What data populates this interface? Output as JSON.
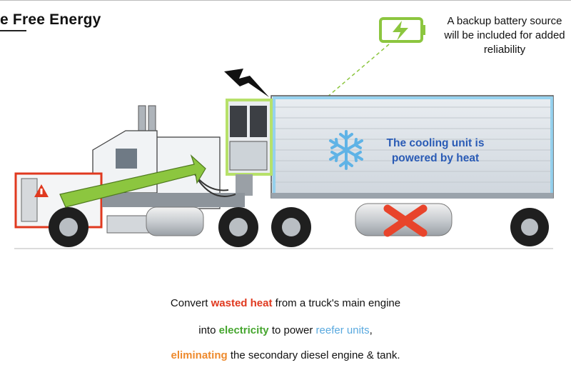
{
  "title": "e Free Energy",
  "battery_note": {
    "line1": "A backup battery source",
    "line2": "will be included for added",
    "line3": "reliability"
  },
  "cooling_unit": {
    "line1": "The cooling unit is",
    "line2": "powered by heat"
  },
  "caption": {
    "line1": {
      "pre": "Convert ",
      "highlight": "wasted heat",
      "post": " from a truck's main engine"
    },
    "line2": {
      "pre": "into ",
      "highlight": "electricity",
      "mid": " to power ",
      "highlight2": "reefer units",
      "post": ","
    },
    "line3": {
      "highlight": "eliminating",
      "post": " the secondary diesel engine & tank."
    }
  },
  "colors": {
    "heat_red": "#e0391f",
    "electric_green": "#8cc63f",
    "reefer_blue": "#59a9df",
    "eliminate_orange": "#ee8a2d",
    "cooling_text_blue": "#2a5bb5"
  },
  "icons": [
    "battery-charging-icon",
    "lightning-bolt-icon",
    "snowflake-icon",
    "thermometer-warning-icon",
    "x-mark-icon"
  ]
}
